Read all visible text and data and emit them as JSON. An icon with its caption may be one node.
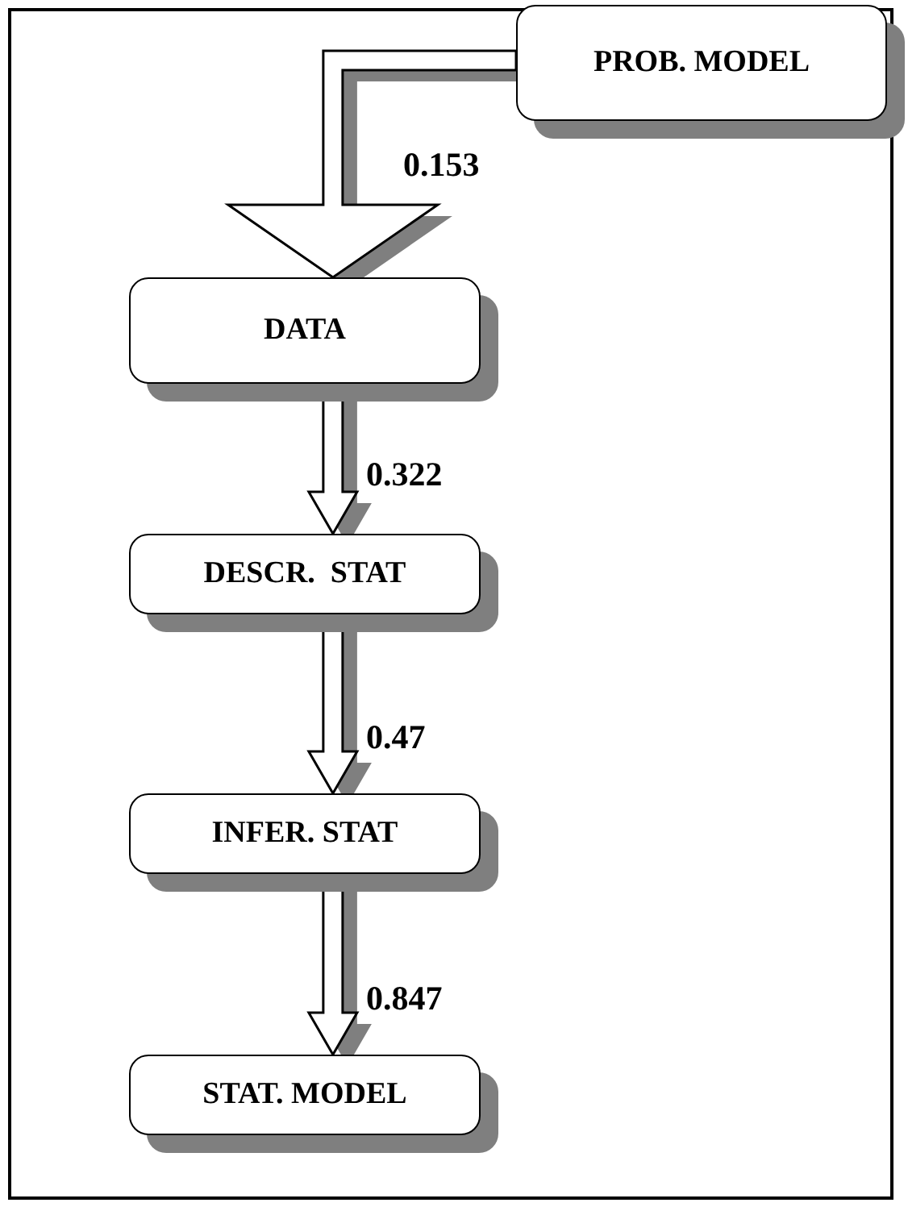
{
  "diagram": {
    "nodes": [
      {
        "text": [
          "PROB. MODEL"
        ]
      },
      {
        "text": [
          "DATA"
        ]
      },
      {
        "text": [
          "DESCR.  STAT"
        ]
      },
      {
        "text": [
          "INFER. STAT"
        ]
      },
      {
        "text": [
          "STAT. MODEL"
        ]
      }
    ],
    "edges": [
      {
        "from": 0,
        "to": 1,
        "arrow": "to",
        "label": "0.153"
      },
      {
        "from": 1,
        "to": 2,
        "arrow": "to",
        "label": "0.322"
      },
      {
        "from": 2,
        "to": 3,
        "arrow": "to",
        "label": "0.47"
      },
      {
        "from": 3,
        "to": 4,
        "arrow": "to",
        "label": "0.847"
      }
    ]
  }
}
